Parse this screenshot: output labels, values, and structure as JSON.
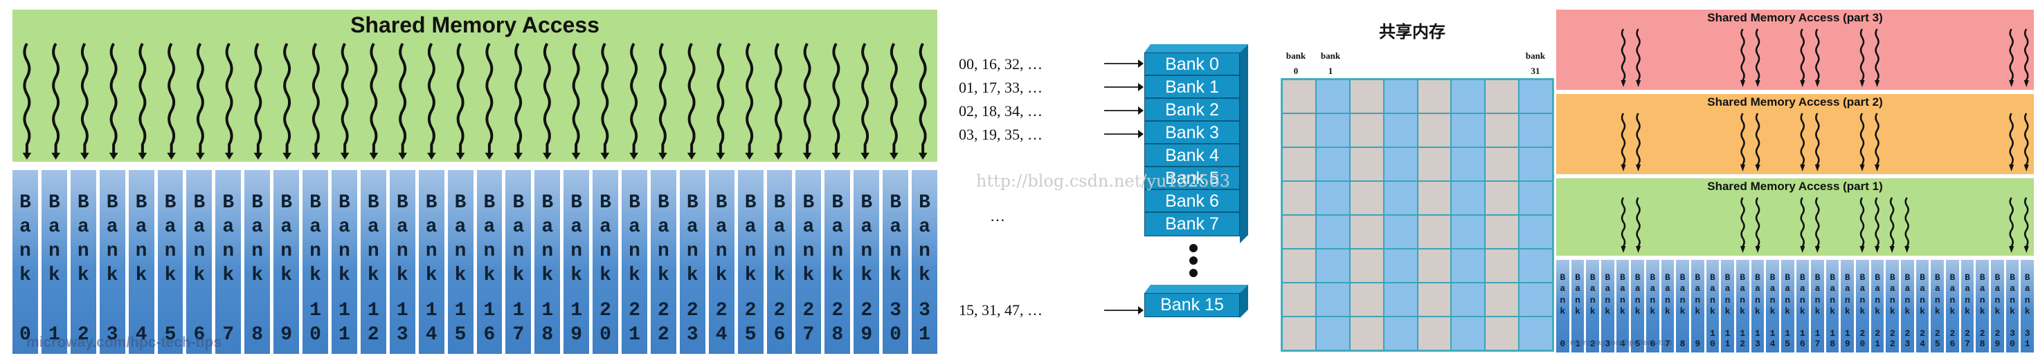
{
  "left_panel": {
    "title": "Shared Memory Access",
    "header_color": "#b3de8b",
    "bank_letters": [
      "B",
      "a",
      "n",
      "k"
    ],
    "bank_count": 32,
    "arrow_banks": [
      0,
      1,
      2,
      3,
      4,
      5,
      6,
      7,
      8,
      9,
      10,
      11,
      12,
      13,
      14,
      15,
      16,
      17,
      18,
      19,
      20,
      21,
      22,
      23,
      24,
      25,
      26,
      27,
      28,
      29,
      30,
      31
    ],
    "watermark": "microway.com/hpc-tech-tips"
  },
  "middle_panel": {
    "address_rows": [
      "00, 16, 32, …",
      "01, 17, 33, …",
      "02, 18, 34, …",
      "03, 19, 35, …"
    ],
    "ellipsis": "…",
    "last_address": "15, 31, 47, …",
    "bank_stack": [
      "Bank 0",
      "Bank 1",
      "Bank 2",
      "Bank 3",
      "Bank 4",
      "Bank 5",
      "Bank 6",
      "Bank 7"
    ],
    "last_bank": "Bank 15",
    "watermark": "http://blog.csdn.net/yu132563",
    "bank_color": "#1593c6"
  },
  "grid_panel": {
    "title": "共享内存",
    "bank_word": "bank",
    "labels": [
      {
        "word": "bank",
        "num": "0"
      },
      {
        "word": "bank",
        "num": "1"
      },
      {
        "word": "bank",
        "num": "31"
      }
    ],
    "columns": 8,
    "rows": 8,
    "colors": {
      "gray": "#d4ccc8",
      "blue": "#8bc1eb"
    }
  },
  "right_panel": {
    "parts": [
      {
        "title": "Shared Memory Access (part 3)",
        "color": "#f79c9c",
        "arrow_banks": [
          4,
          5,
          12,
          13,
          16,
          17,
          20,
          21,
          30,
          31
        ]
      },
      {
        "title": "Shared Memory Access (part 2)",
        "color": "#f9bd6c",
        "arrow_banks": [
          4,
          5,
          12,
          13,
          16,
          17,
          20,
          21,
          30,
          31
        ]
      },
      {
        "title": "Shared Memory Access (part 1)",
        "color": "#b3de8b",
        "arrow_banks": [
          4,
          5,
          12,
          13,
          16,
          17,
          20,
          21,
          22,
          23,
          30,
          31
        ]
      }
    ],
    "bank_count": 32,
    "watermark": "microway.com/hpc-tech-tips"
  }
}
